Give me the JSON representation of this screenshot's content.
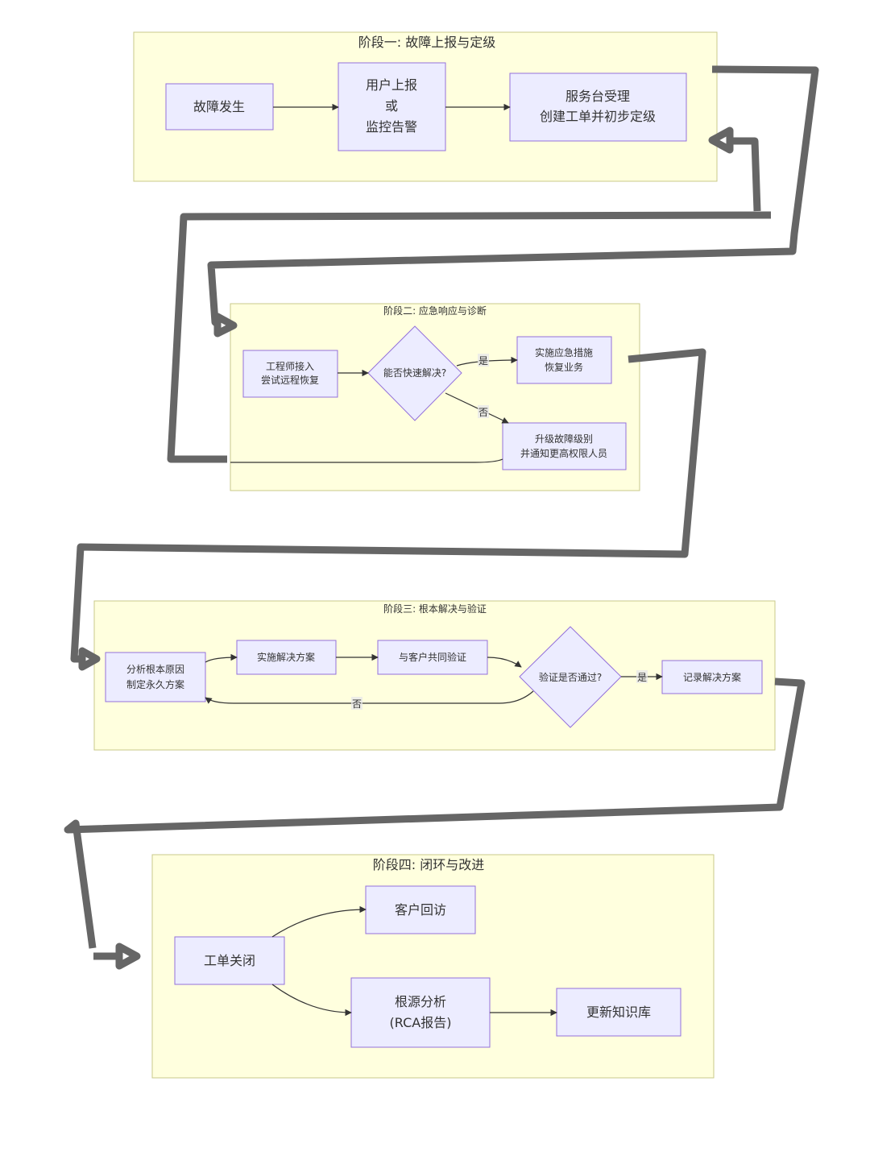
{
  "stage1": {
    "title": "阶段一: 故障上报与定级",
    "n1": [
      "故障发生"
    ],
    "n2": [
      "用户上报",
      "或",
      "监控告警"
    ],
    "n3": [
      "服务台受理",
      "创建工单并初步定级"
    ]
  },
  "stage2": {
    "title": "阶段二: 应急响应与诊断",
    "n1": [
      "工程师接入",
      "尝试远程恢复"
    ],
    "decision": "能否快速解决?",
    "n_yes": [
      "实施应急措施",
      "恢复业务"
    ],
    "n_no": [
      "升级故障级别",
      "并通知更高权限人员"
    ],
    "yes_label": "是",
    "no_label": "否"
  },
  "stage3": {
    "title": "阶段三: 根本解决与验证",
    "n1": [
      "分析根本原因",
      "制定永久方案"
    ],
    "n2": "实施解决方案",
    "n3": "与客户共同验证",
    "decision": "验证是否通过?",
    "n4": "记录解决方案",
    "yes_label": "是",
    "no_label": "否"
  },
  "stage4": {
    "title": "阶段四: 闭环与改进",
    "n1": "工单关闭",
    "n2": "客户回访",
    "n3": [
      "根源分析",
      "(RCA报告)"
    ],
    "n4": "更新知识库"
  },
  "colors": {
    "stage_fill": "#ffffde",
    "node_fill": "#ececff",
    "node_stroke": "#9370db",
    "connector": "#666666"
  }
}
